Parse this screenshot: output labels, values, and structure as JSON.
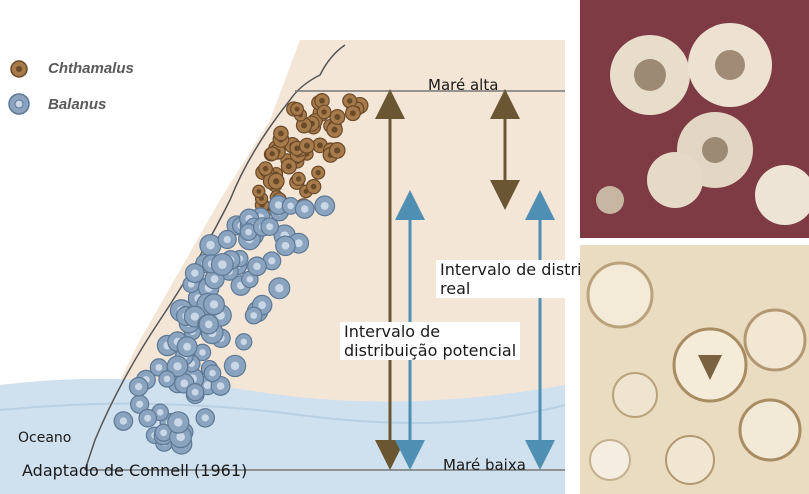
{
  "legend": [
    {
      "name": "Chthamalus",
      "color": "#a67a4a",
      "icon": "brown-barnacle-icon"
    },
    {
      "name": "Balanus",
      "color": "#8aa4bf",
      "icon": "blue-barnacle-icon"
    }
  ],
  "labels": {
    "mare_alta": "Maré alta",
    "mare_baixa": "Maré baixa",
    "oceano": "Oceano",
    "real_line1": "Intervalo de distribuição",
    "real_line2": "real",
    "potencial_line1": "Intervalo de",
    "potencial_line2": "distribuição potencial",
    "source": "Adaptado de Connell (1961)"
  },
  "colors": {
    "chthamalus_arrow": "#6b5634",
    "balanus_arrow": "#4f8fb3",
    "shore_bg": "#f4e6d7",
    "sea": "#cfe0ee",
    "rock": "#7a3a40"
  }
}
